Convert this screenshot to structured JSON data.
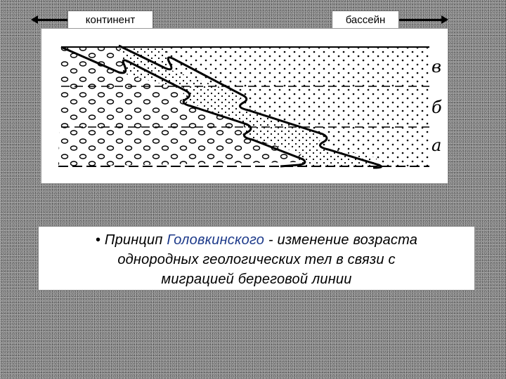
{
  "labels": {
    "continent": "континент",
    "basin": "бассейн"
  },
  "layers": {
    "v": "в",
    "b": "б",
    "a": "а"
  },
  "caption": {
    "bullet": "•",
    "lead": "Принцип ",
    "name": "Головкинского",
    "rest_line1": " - изменение возраста",
    "line2": "однородных геологических тел в связи с",
    "line3": "миграцией береговой линии"
  },
  "colors": {
    "caption_name": "#1d3a8a"
  }
}
